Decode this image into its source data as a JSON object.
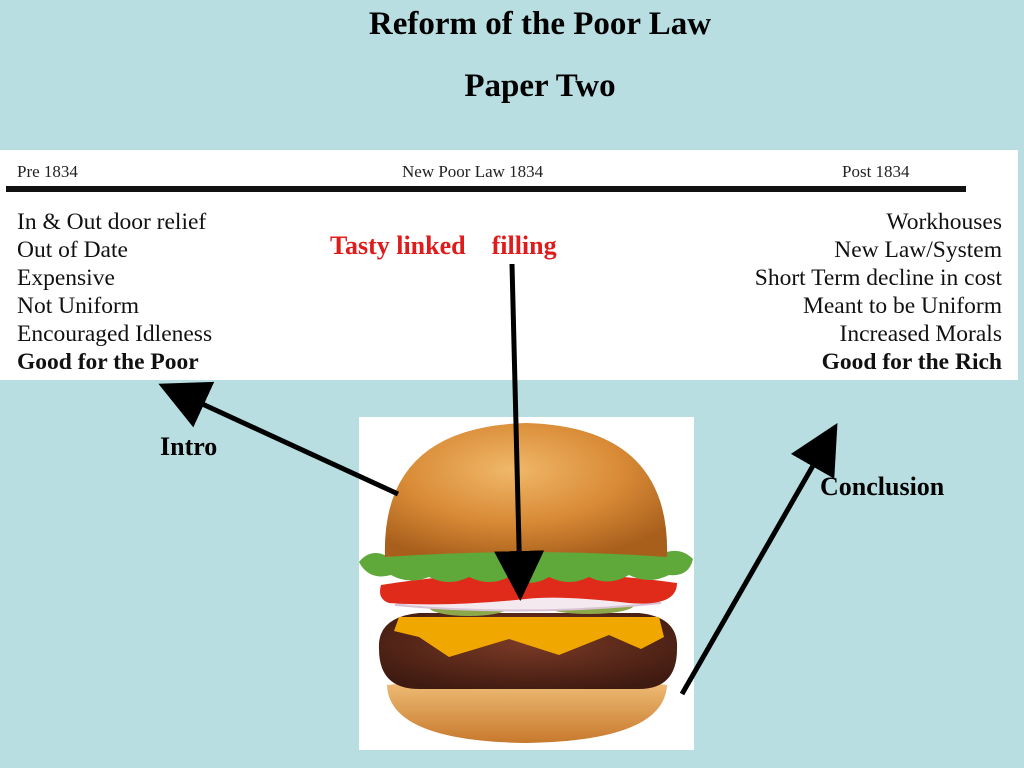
{
  "slide": {
    "title_line1": "Reform of the Poor Law",
    "title_line2": "Paper Two"
  },
  "timeline": {
    "headings": {
      "pre": "Pre 1834",
      "new": "New Poor Law 1834",
      "post": "Post 1834"
    },
    "pre_items": [
      "In & Out door relief",
      "Out of Date",
      "Expensive",
      "Not Uniform",
      "Encouraged Idleness",
      "Good for the Poor"
    ],
    "post_items": [
      "Workhouses",
      "New Law/System",
      "Short Term decline in cost",
      "Meant to be Uniform",
      "Increased Morals",
      "Good for the Rich"
    ]
  },
  "annotations": {
    "filling": "Tasty linked    filling",
    "intro": "Intro",
    "conclusion": "Conclusion"
  },
  "colors": {
    "background": "#b8dee2",
    "accent_red": "#e01b1b",
    "arrow": "#000000"
  },
  "icons": {
    "burger": "hamburger-image"
  }
}
